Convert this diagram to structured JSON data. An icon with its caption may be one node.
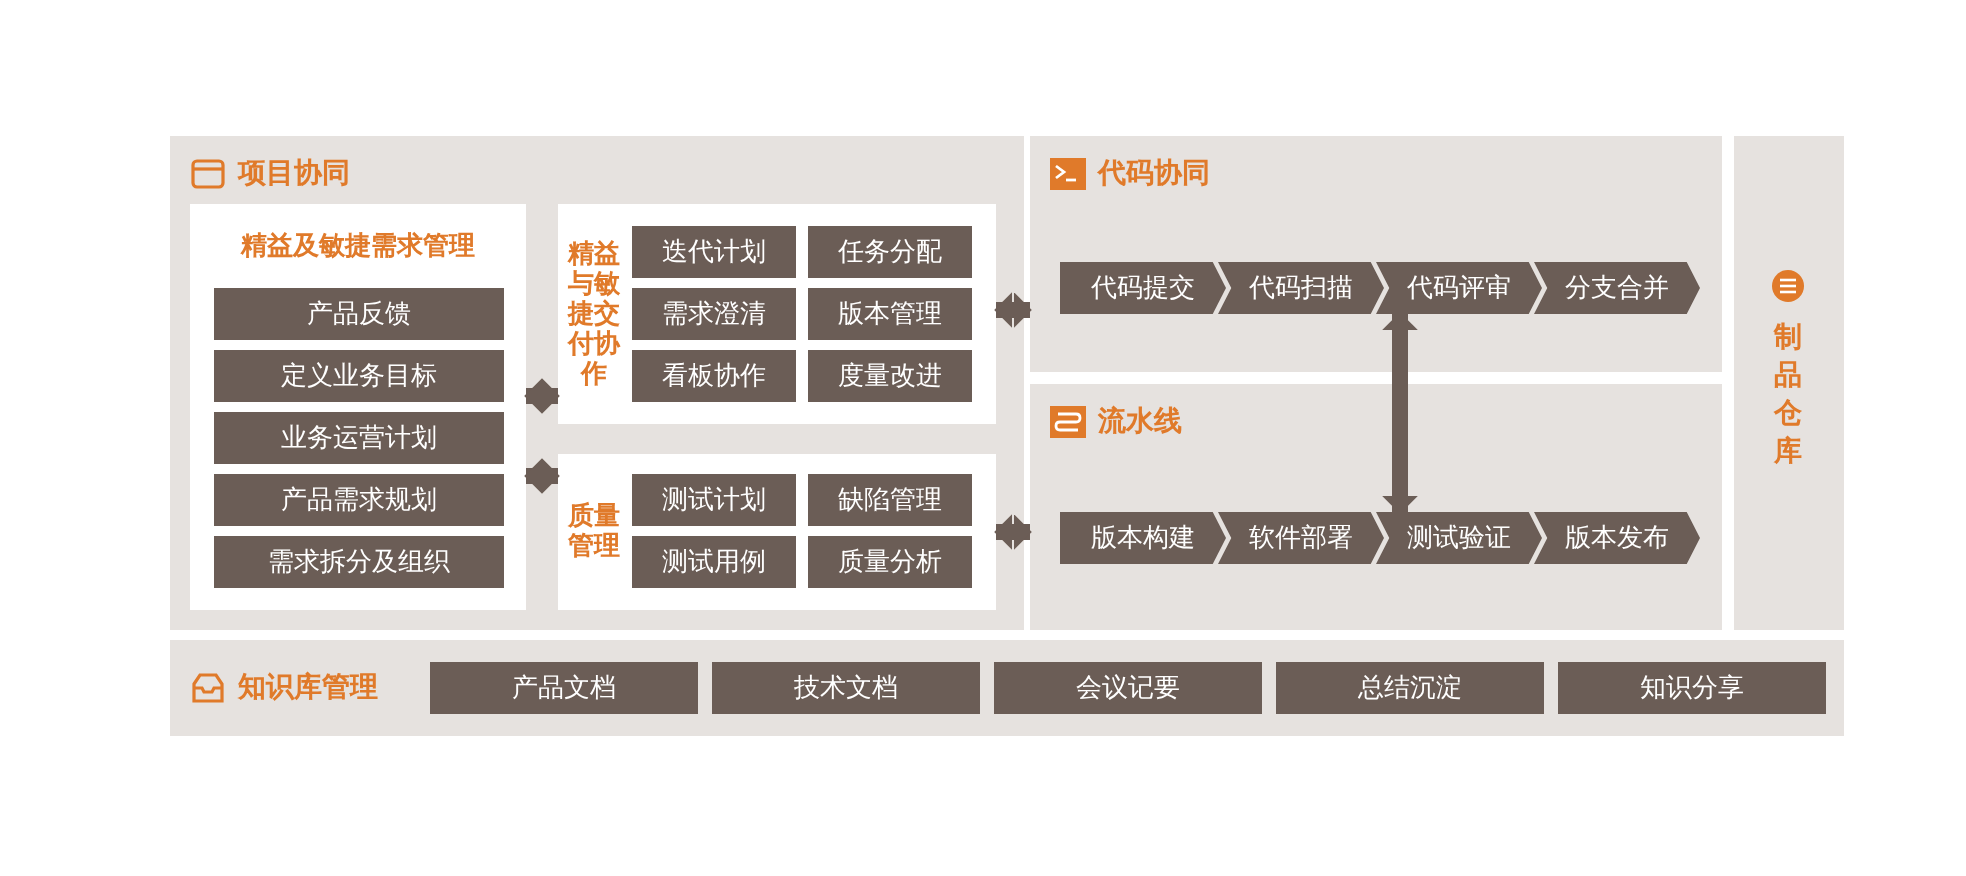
{
  "diagram": {
    "nodes": [
      {
        "text": [
          "项目协同"
        ]
      },
      {
        "text": [
          "精益及敏捷需求管理"
        ],
        "in": 0
      },
      {
        "text": [
          "产品反馈"
        ],
        "in": 1
      },
      {
        "text": [
          "定义业务目标"
        ],
        "in": 1
      },
      {
        "text": [
          "业务运营计划"
        ],
        "in": 1
      },
      {
        "text": [
          "产品需求规划"
        ],
        "in": 1
      },
      {
        "text": [
          "需求拆分及组织"
        ],
        "in": 1
      },
      {
        "text": [
          "精益与敏捷交付协作"
        ],
        "in": 0
      },
      {
        "text": [
          "迭代计划"
        ],
        "in": 7
      },
      {
        "text": [
          "任务分配"
        ],
        "in": 7
      },
      {
        "text": [
          "需求澄清"
        ],
        "in": 7
      },
      {
        "text": [
          "版本管理"
        ],
        "in": 7
      },
      {
        "text": [
          "看板协作"
        ],
        "in": 7
      },
      {
        "text": [
          "度量改进"
        ],
        "in": 7
      },
      {
        "text": [
          "质量管理"
        ],
        "in": 0
      },
      {
        "text": [
          "测试计划"
        ],
        "in": 14
      },
      {
        "text": [
          "缺陷管理"
        ],
        "in": 14
      },
      {
        "text": [
          "测试用例"
        ],
        "in": 14
      },
      {
        "text": [
          "质量分析"
        ],
        "in": 14
      },
      {
        "text": [
          "代码协同"
        ]
      },
      {
        "text": [
          "代码提交"
        ],
        "in": 19
      },
      {
        "text": [
          "代码扫描"
        ],
        "in": 19
      },
      {
        "text": [
          "代码评审"
        ],
        "in": 19
      },
      {
        "text": [
          "分支合并"
        ],
        "in": 19
      },
      {
        "text": [
          "流水线"
        ]
      },
      {
        "text": [
          "版本构建"
        ],
        "in": 24
      },
      {
        "text": [
          "软件部署"
        ],
        "in": 24
      },
      {
        "text": [
          "测试验证"
        ],
        "in": 24
      },
      {
        "text": [
          "版本发布"
        ],
        "in": 24
      },
      {
        "text": [
          "制品仓库"
        ]
      },
      {
        "text": [
          "知识库管理"
        ]
      },
      {
        "text": [
          "产品文档"
        ],
        "in": 30
      },
      {
        "text": [
          "技术文档"
        ],
        "in": 30
      },
      {
        "text": [
          "会议记要"
        ],
        "in": 30
      },
      {
        "text": [
          "总结沉淀"
        ],
        "in": 30
      },
      {
        "text": [
          "知识分享"
        ],
        "in": 30
      }
    ],
    "edges": [
      {
        "from": 1,
        "to": 7,
        "arrow": "both"
      },
      {
        "from": 1,
        "to": 14,
        "arrow": "both"
      },
      {
        "from": 7,
        "to": 19,
        "arrow": "both"
      },
      {
        "from": 14,
        "to": 24,
        "arrow": "both"
      },
      {
        "from": 22,
        "to": 27,
        "arrow": "both"
      }
    ]
  }
}
